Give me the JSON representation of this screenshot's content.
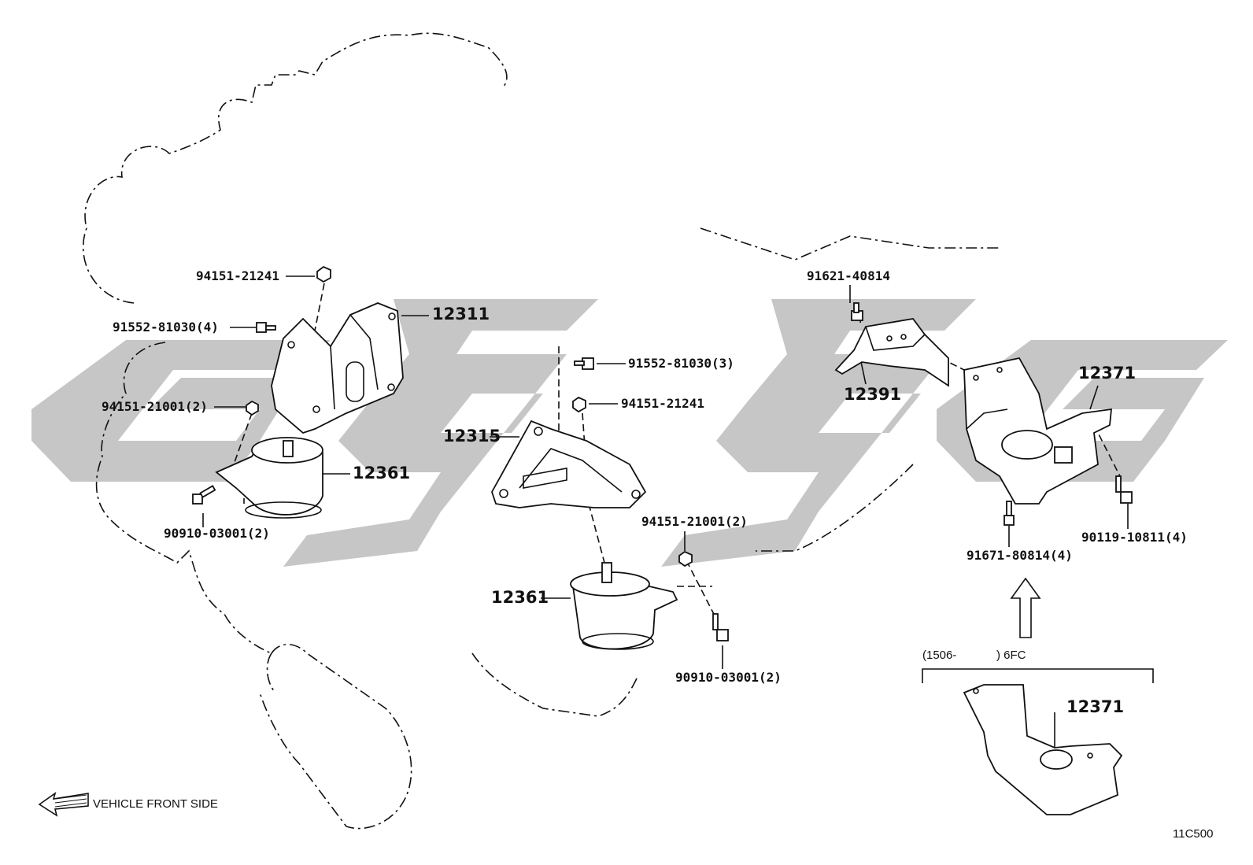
{
  "diagram": {
    "diagram_code": "11C500",
    "front_note": "VEHICLE FRONT SIDE",
    "range_note_start": "(1506-",
    "range_note_end": ") 6FC",
    "parts": [
      "12311",
      "12361",
      "12315",
      "12361",
      "12391",
      "12371",
      "12371"
    ],
    "fasteners": [
      "94151-21241",
      "91552-81030(4)",
      "94151-21001(2)",
      "90910-03001(2)",
      "91552-81030(3)",
      "94151-21241",
      "94151-21001(2)",
      "90910-03001(2)",
      "91621-40814",
      "91671-80814(4)",
      "90119-10811(4)"
    ]
  }
}
